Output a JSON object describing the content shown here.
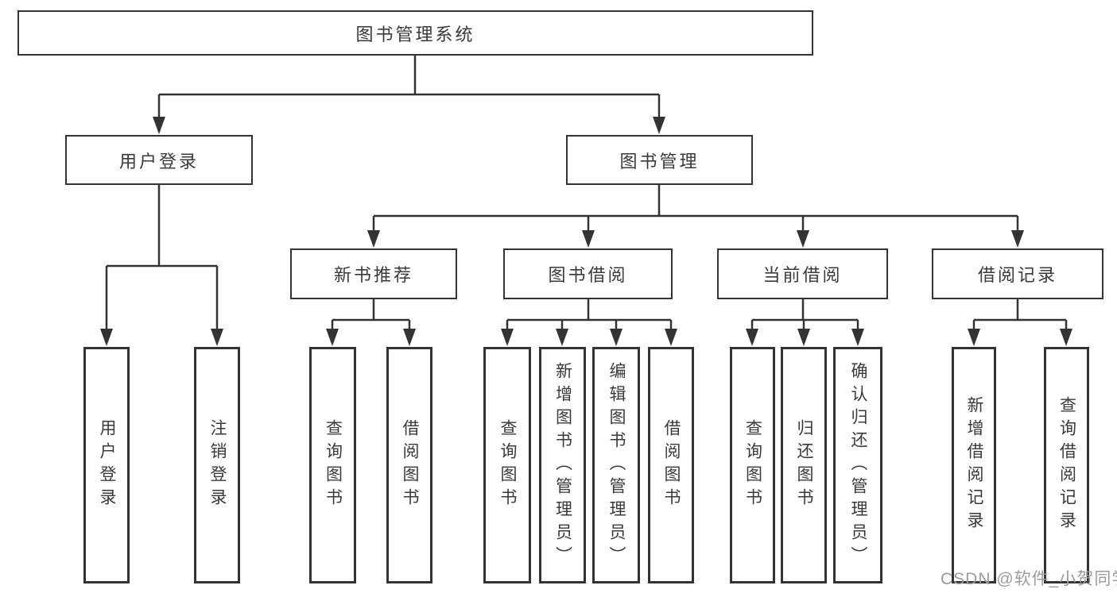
{
  "colors": {
    "line": "#333333",
    "text": "#3a3a3a",
    "watermark": "#9c9c9c",
    "bg": "#ffffff"
  },
  "diagram": {
    "root": {
      "label": "图书管理系统"
    },
    "branches": [
      {
        "label": "用户登录",
        "leaves": [
          {
            "label": "用户登录"
          },
          {
            "label": "注销登录"
          }
        ]
      },
      {
        "label": "图书管理",
        "groups": [
          {
            "label": "新书推荐",
            "leaves": [
              {
                "label": "查询图书"
              },
              {
                "label": "借阅图书"
              }
            ]
          },
          {
            "label": "图书借阅",
            "leaves": [
              {
                "label": "查询图书"
              },
              {
                "label": "新增图书（管理员）"
              },
              {
                "label": "编辑图书（管理员）"
              },
              {
                "label": "借阅图书"
              }
            ]
          },
          {
            "label": "当前借阅",
            "leaves": [
              {
                "label": "查询图书"
              },
              {
                "label": "归还图书"
              },
              {
                "label": "确认归还（管理员）"
              }
            ]
          },
          {
            "label": "借阅记录",
            "leaves": [
              {
                "label": "新增借阅记录"
              },
              {
                "label": "查询借阅记录"
              }
            ]
          }
        ]
      }
    ]
  },
  "watermark": {
    "text": "CSDN @软件_小贺同学"
  }
}
